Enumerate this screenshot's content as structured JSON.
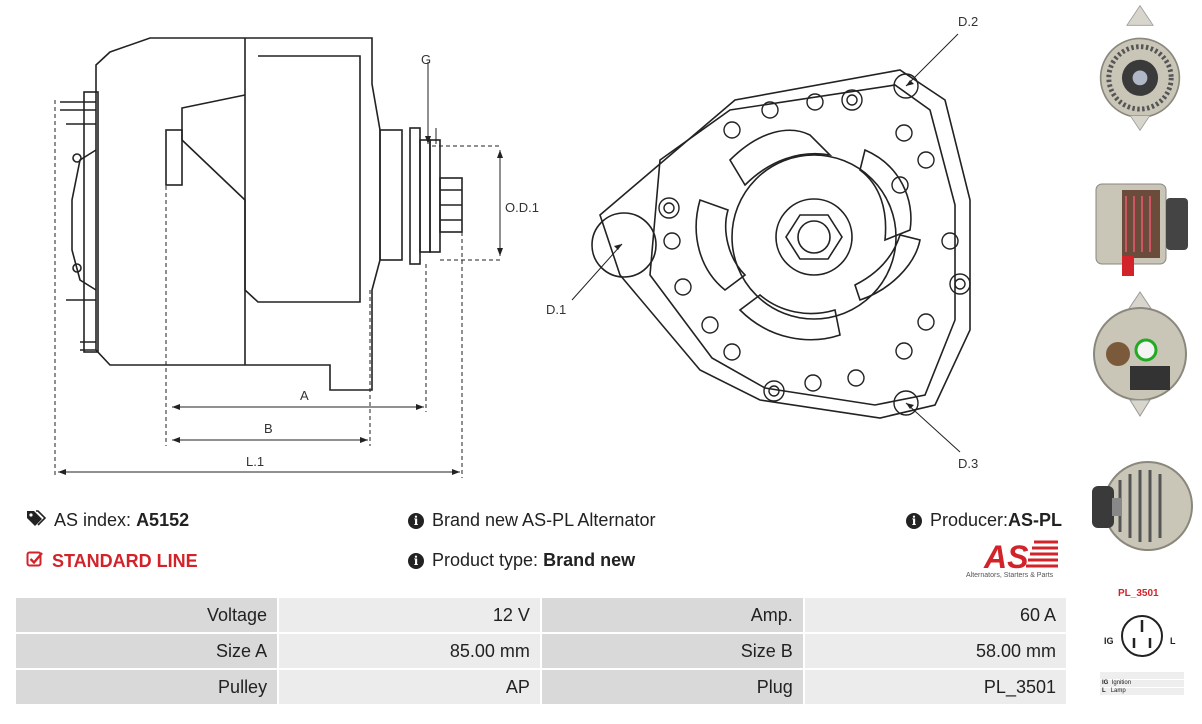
{
  "drawing_labels": {
    "g": "G",
    "od1": "O.D.1",
    "a": "A",
    "b": "B",
    "l1": "L.1",
    "d1": "D.1",
    "d2": "D.2",
    "d3": "D.3"
  },
  "info": {
    "as_index_label": "AS index:",
    "as_index_value": "A5152",
    "standard_line": "STANDARD LINE",
    "description": "Brand new AS-PL Alternator",
    "product_type_label": "Product type:",
    "product_type_value": "Brand new",
    "producer_label": "Producer:",
    "producer_value": "AS-PL"
  },
  "logo": {
    "mark": "AS",
    "tagline": "Alternators, Starters & Parts"
  },
  "specs": [
    {
      "k1": "Voltage",
      "v1": "12 V",
      "k2": "Amp.",
      "v2": "60 A"
    },
    {
      "k1": "Size A",
      "v1": "85.00 mm",
      "k2": "Size B",
      "v2": "58.00 mm"
    },
    {
      "k1": "Pulley",
      "v1": "AP",
      "k2": "Plug",
      "v2": "PL_3501"
    }
  ],
  "plug": {
    "title": "PL_3501",
    "left_pin": "IG",
    "right_pin": "L",
    "legend": [
      {
        "code": "IG",
        "text": "Ignition"
      },
      {
        "code": "L",
        "text": "Lamp"
      }
    ]
  },
  "colors": {
    "accent": "#d2232a",
    "table_key": "#d9d9d9",
    "table_value": "#ececec"
  }
}
